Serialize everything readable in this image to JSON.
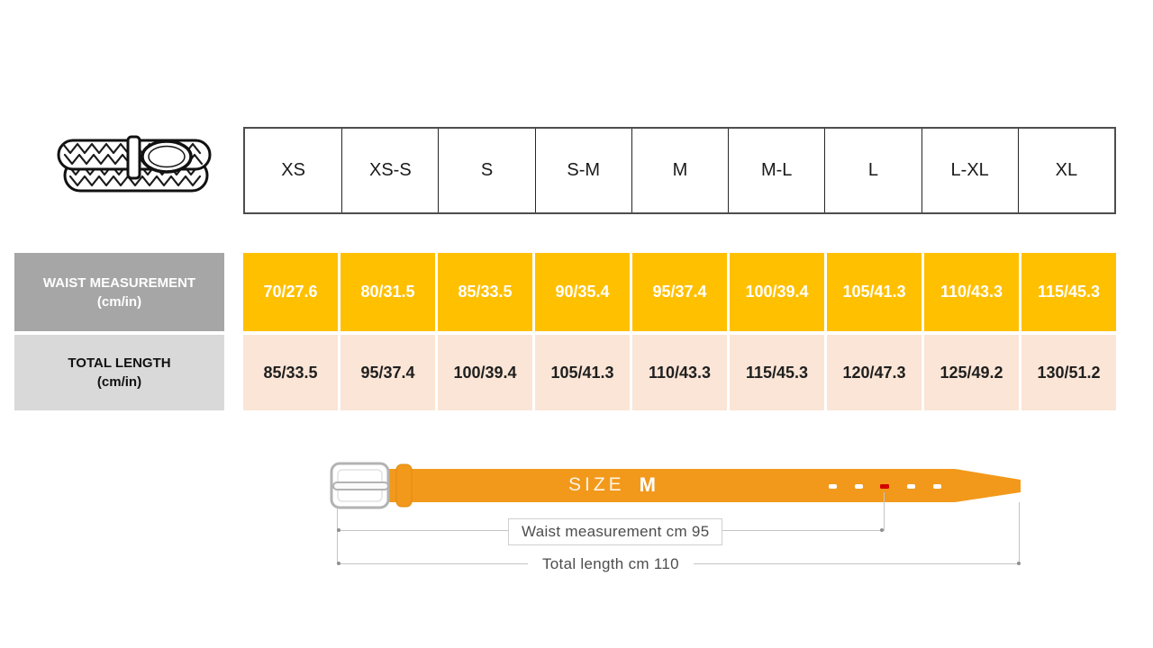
{
  "size_chart": {
    "sizes": [
      "XS",
      "XS-S",
      "S",
      "S-M",
      "M",
      "M-L",
      "L",
      "L-XL",
      "XL"
    ],
    "waist_row": {
      "label": "WAIST MEASUREMENT",
      "unit": "(cm/in)",
      "values": [
        "70/27.6",
        "80/31.5",
        "85/33.5",
        "90/35.4",
        "95/37.4",
        "100/39.4",
        "105/41.3",
        "110/43.3",
        "115/45.3"
      ]
    },
    "length_row": {
      "label": "TOTAL LENGTH",
      "unit": "(cm/in)",
      "values": [
        "85/33.5",
        "95/37.4",
        "100/39.4",
        "105/41.3",
        "110/43.3",
        "115/45.3",
        "120/47.3",
        "125/49.2",
        "130/51.2"
      ]
    }
  },
  "belt_diagram": {
    "size_word": "SIZE",
    "size_value": "M",
    "waist_annotation": "Waist measurement cm 95",
    "length_annotation": "Total length cm 110"
  },
  "icons": {
    "belt_icon": "braided-belt-icon",
    "buckle_icon": "belt-buckle-icon"
  },
  "colors": {
    "waist_cell_bg": "#FFC000",
    "length_cell_bg": "#FBE5D6",
    "waist_header_bg": "#A6A6A6",
    "length_header_bg": "#D9D9D9",
    "belt_orange": "#F2991B",
    "highlight_hole_red": "#D40000"
  },
  "chart_data": {
    "type": "table",
    "columns": [
      "XS",
      "XS-S",
      "S",
      "S-M",
      "M",
      "M-L",
      "L",
      "L-XL",
      "XL"
    ],
    "rows": [
      {
        "label": "WAIST MEASUREMENT (cm/in)",
        "values": [
          "70/27.6",
          "80/31.5",
          "85/33.5",
          "90/35.4",
          "95/37.4",
          "100/39.4",
          "105/41.3",
          "110/43.3",
          "115/45.3"
        ]
      },
      {
        "label": "TOTAL LENGTH (cm/in)",
        "values": [
          "85/33.5",
          "95/37.4",
          "100/39.4",
          "105/41.3",
          "110/43.3",
          "115/45.3",
          "120/47.3",
          "125/49.2",
          "130/51.2"
        ]
      }
    ],
    "annotations": [
      "SIZE M",
      "Waist measurement cm 95",
      "Total length cm 110"
    ]
  }
}
